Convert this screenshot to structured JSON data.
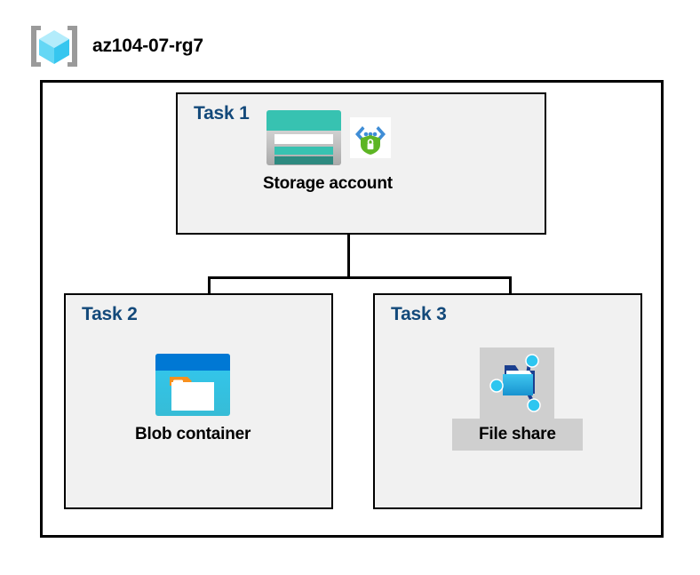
{
  "resource_group": {
    "name": "az104-07-rg7",
    "icon": "resource-group-cube-icon"
  },
  "diagram": {
    "type": "azure-architecture-diagram",
    "colors": {
      "task_label": "#13497a",
      "box_fill": "#f1f1f1",
      "box_border": "#000000",
      "connector": "#000000",
      "highlight": "#cfcfcf",
      "storage_teal": "#37c2b1",
      "storage_teal_dark": "#2d8a80",
      "blob_blue": "#0078d4",
      "blob_cyan": "#32c8f0",
      "blob_orange": "#f7901e",
      "shield_green": "#5db524",
      "bracket_blue": "#3f8dd6",
      "cube_blue": "#9fe5fa"
    }
  },
  "tasks": [
    {
      "label": "Task 1",
      "node": {
        "caption": "Storage account",
        "icon": "storage-account-icon",
        "badge_icon": "encryption-shield-icon",
        "highlighted": false
      }
    },
    {
      "label": "Task 2",
      "node": {
        "caption": "Blob container",
        "icon": "blob-container-icon",
        "highlighted": false
      }
    },
    {
      "label": "Task 3",
      "node": {
        "caption": "File share",
        "icon": "file-share-icon",
        "highlighted": true
      }
    }
  ],
  "connectors": [
    {
      "from": "Storage account",
      "to": "Blob container"
    },
    {
      "from": "Storage account",
      "to": "File share"
    }
  ]
}
